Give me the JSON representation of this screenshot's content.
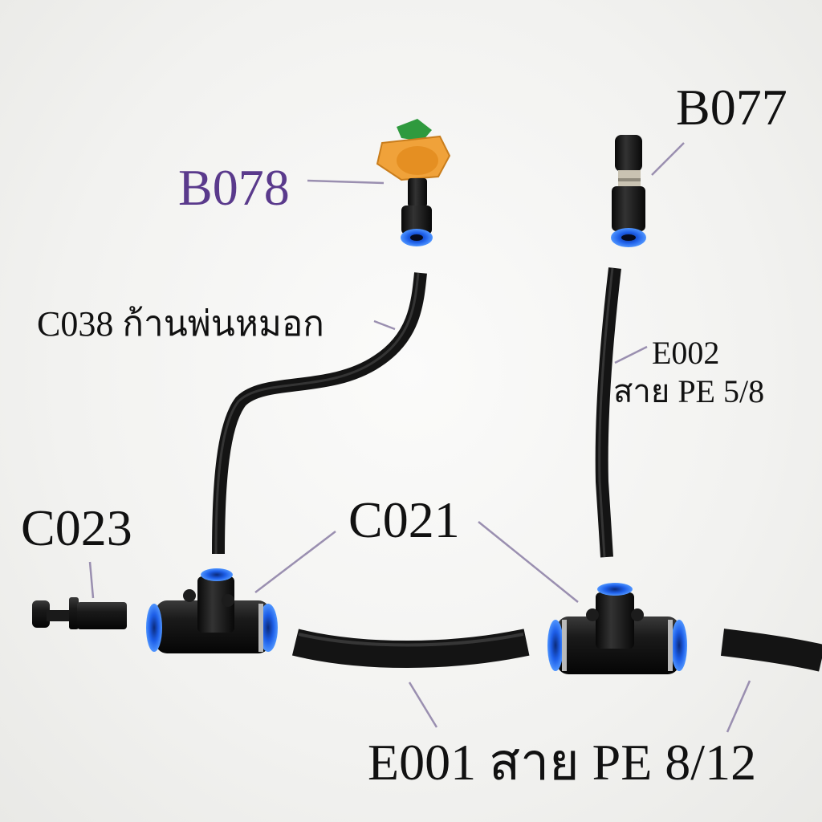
{
  "labels": {
    "b078": "B078",
    "b077": "B077",
    "c038": "C038 ก้านพ่นหมอก",
    "e002_code": "E002",
    "e002_desc": "สาย PE 5/8",
    "c023": "C023",
    "c021": "C021",
    "e001": "E001 สาย PE 8/12"
  },
  "colors": {
    "label_text": "#111111",
    "b078_label": "#5a3a8c",
    "leader_line": "#9a8fb0",
    "tube": "#141414",
    "fitting_blue": "#1f6ff0",
    "nozzle_orange": "#f0a23a",
    "nozzle_green": "#2f9a3e"
  }
}
